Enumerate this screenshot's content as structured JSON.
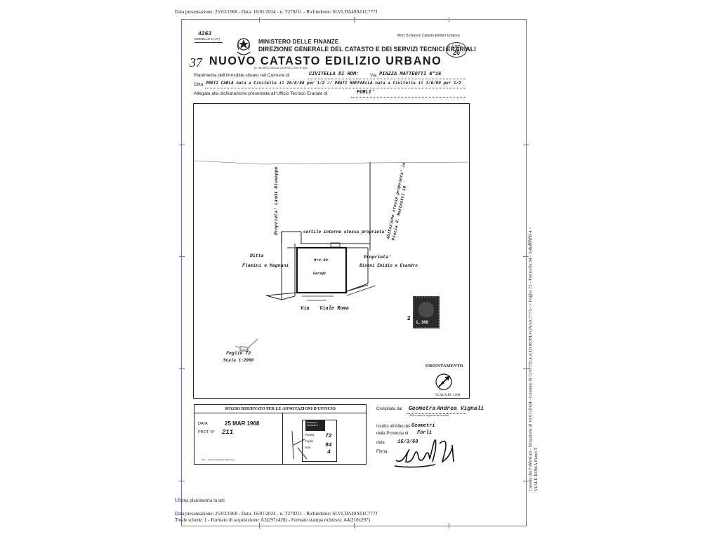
{
  "header": {
    "line": "Data presentazione: 25/03/1968 - Data: 16/01/2024 - n. T279211 - Richiedente: SLVLDA49A01C777J"
  },
  "form": {
    "doc_number": "4263",
    "modello": "MODELLO 1 (UT)",
    "model_note": "Mod. B (Nuovo Catasto Edilizio Urbano)",
    "ministry": "MINISTERO DELLE FINANZE",
    "directorate": "DIREZIONE GENERALE DEL CATASTO E DEI SERVIZI TECNICI ERARIALI",
    "registry_number": "37",
    "registry_title": "NUOVO CATASTO EDILIZIO URBANO",
    "law_ref": "(R. DECRETO-LEGGE 13 APRILE 1939, N. 652)",
    "price_label": "Lire",
    "price_value": "20",
    "row1_label": "Planimetria dell'immobile situato nel Comune di",
    "row1_value": "CIVITELLA DI ROM:",
    "row1_via_label": "Via",
    "row1_via_value": "PIAZZA MATTEOTTI N°16",
    "row2_label": "Ditta",
    "row2_value": "PRATI CARLA nata a Civitella il 26/8/88 per 1/2 // PRATI RAFFAELLA nata a Civitella il 1/6/90 per 1/2",
    "row3_label": "Allegata alla dichiarazione presentata all'Ufficio Tecnico Erariale di",
    "row3_value": "FORLI'"
  },
  "plan": {
    "prop_landi": "Proprieta' Landi Giuseppe",
    "cortile": "cortile interno stessa proprieta'",
    "abitazione": "abitazione stessa proprieta' in Piazza G. Matteotti 16",
    "ditta_left_1": "Ditta",
    "ditta_left_2": "Flamini e Magnani",
    "height_label": "h=4.60",
    "garage": "Garage",
    "prop_right_1": "Proprieta'",
    "prop_right_2": "Bisoni Emidio e Evandro",
    "via_label": "Via",
    "via_name": "Viale Roma",
    "stamp_value": "L. 300",
    "stamp_digit": "2",
    "foglio": "Foglio 72",
    "scala_small": "Scala 1:2000",
    "orientamento": "ORIENTAMENTO",
    "scala": "SCALA DI 1:200"
  },
  "office": {
    "title": "SPAZIO RISERVATO PER LE ANNOTAZIONI D'UFFICIO",
    "data_label": "DATA",
    "data_value": "25 MAR 1968",
    "prot_label": "PROT. N°",
    "prot_value": "211",
    "box_lines": [
      "MODELLO",
      "ORIGINE N.",
      "Partita",
      "Foglio",
      "Sub."
    ],
    "box_values": [
      "72",
      "94",
      "4"
    ],
    "printer": "I.P.S. - Istituto Poligrafico dello Stato"
  },
  "compiler": {
    "compiled_label": "Compilata dal",
    "title": "Geometra",
    "name": "Andrea Vignali",
    "name_note": "(Titolo, nome e cognome del tecnico)",
    "albo_label": "Iscritto all'Albo dei",
    "albo_value": "Geometri",
    "province_label": "della Provincia di",
    "province_value": "Forlì",
    "date_label": "data",
    "date_value": "16/3/68",
    "sign_label": "Firma:"
  },
  "footer": {
    "line1": "Ultima planimetria in atti",
    "line2": "Data presentazione: 25/03/1968 - Data: 16/01/2024 - n. T279211 - Richiedente: SLVLDA49A01C777J",
    "line3": "Totale schede: 1 - Formato di acquisizione: A3(297x420) - Formato stampa richiesto: A4(210x297)"
  },
  "side": {
    "line1": "Catasto dei Fabbricati - Situazione al 16/01/2024 - Comune di CIVITELLA DI ROMAGNA(C777) - < Foglio 72 - Particella 94 - Subalterno 4 >",
    "line2": "VIALE ROMA Piano T",
    "blue_number": "1000 01"
  }
}
